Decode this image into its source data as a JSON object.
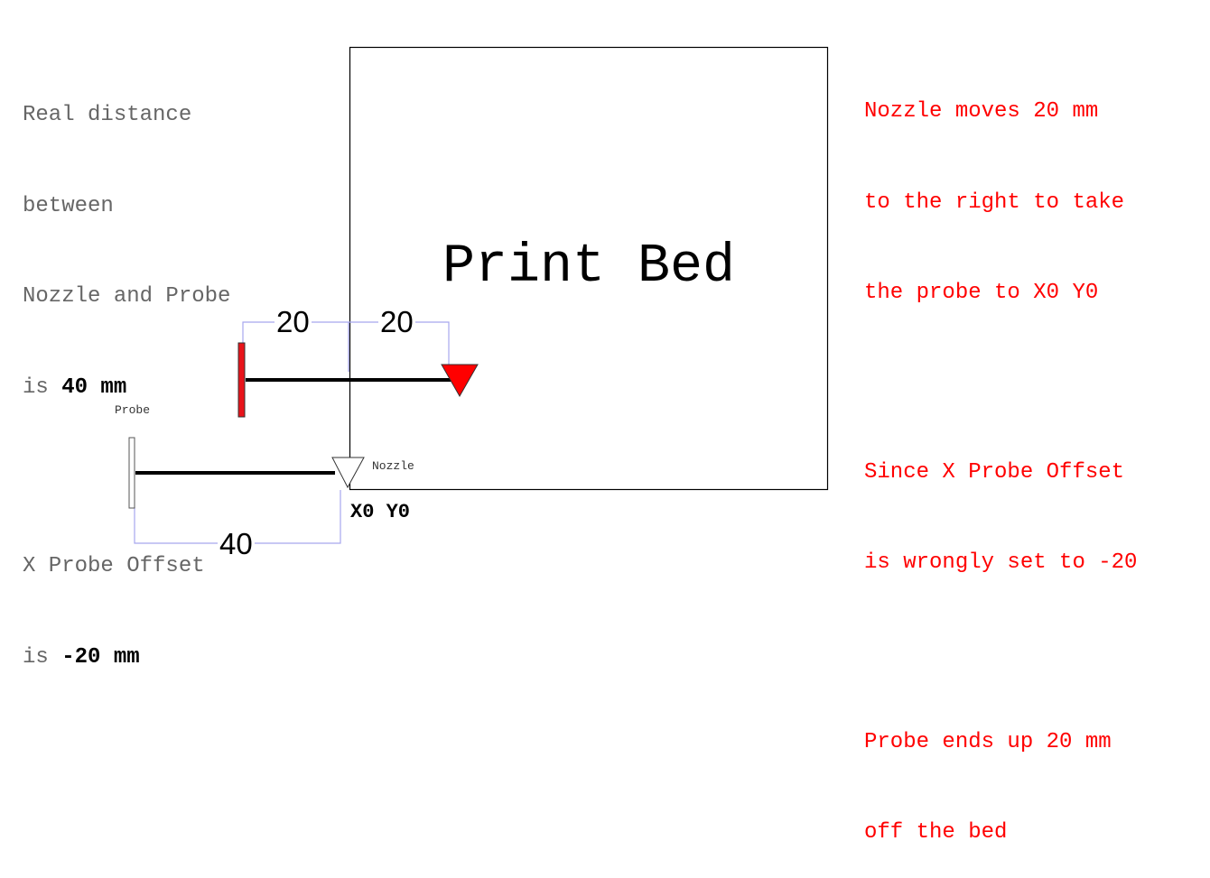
{
  "left_note": {
    "line1": "Real distance",
    "line2": "between",
    "line3": "Nozzle and Probe",
    "line4_prefix": "is ",
    "line4_value": "40 mm",
    "line5": "X Probe Offset",
    "line6_prefix": "is ",
    "line6_value": "-20 mm"
  },
  "right_note": {
    "line1": "Nozzle moves 20 mm",
    "line2": "to the right to take",
    "line3": "the probe to X0 Y0",
    "line4": "Since X Probe Offset",
    "line5": "is wrongly set to -20",
    "line6": "Probe ends up 20 mm",
    "line7": "off the bed"
  },
  "bed_label": "Print Bed",
  "probe_label": "Probe",
  "nozzle_label": "Nozzle",
  "origin_label": "X0 Y0",
  "dimensions": {
    "top_left": "20",
    "top_right": "20",
    "bottom": "40"
  },
  "colors": {
    "moved_probe": "#e8131a",
    "dimension_lines": "#a6a6ee",
    "note_red": "#ff0000",
    "note_gray": "#666666"
  }
}
